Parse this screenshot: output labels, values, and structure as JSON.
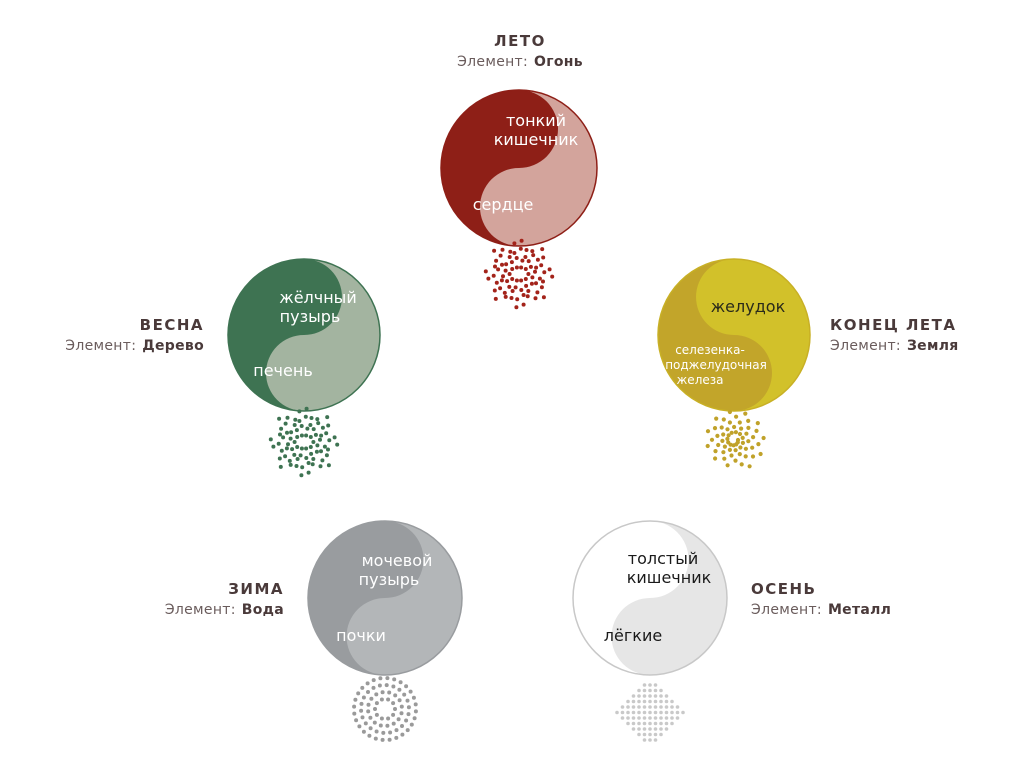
{
  "seasons": {
    "summer": {
      "title": "ЛЕТО",
      "element_label": "Элемент:",
      "element": "Огонь",
      "organ_yang": "сердце",
      "organ_yin_1": "тонкий",
      "organ_yin_2": "кишечник",
      "colors": {
        "dark": "#8e1f17",
        "light": "#d3a49c",
        "dots": "#a3231a"
      }
    },
    "late_summer": {
      "title": "КОНЕЦ ЛЕТА",
      "element_label": "Элемент:",
      "element": "Земля",
      "organ_yang": "желудок",
      "organ_yin_1": "селезенка-",
      "organ_yin_2": "поджелудочная",
      "organ_yin_3": "железа",
      "colors": {
        "dark": "#d2c12a",
        "light": "#c2a52a",
        "dots": "#c0a22a"
      }
    },
    "spring": {
      "title": "ВЕСНА",
      "element_label": "Элемент:",
      "element": "Дерево",
      "organ_yang": "печень",
      "organ_yin_1": "жёлчный",
      "organ_yin_2": "пузырь",
      "colors": {
        "dark": "#3e7352",
        "light": "#a3b4a0",
        "dots": "#3e7352"
      }
    },
    "winter": {
      "title": "ЗИМА",
      "element_label": "Элемент:",
      "element": "Вода",
      "organ_yang": "почки",
      "organ_yin_1": "мочевой",
      "organ_yin_2": "пузырь",
      "colors": {
        "dark": "#999c9f",
        "light": "#b3b6b8",
        "dots": "#9a9a9a"
      }
    },
    "autumn": {
      "title": "ОСЕНЬ",
      "element_label": "Элемент:",
      "element": "Металл",
      "organ_yang": "лёгкие",
      "organ_yin_1": "толстый",
      "organ_yin_2": "кишечник",
      "colors": {
        "dark": "#ffffff",
        "light": "#e6e6e6",
        "dots": "#c9c9c9"
      }
    }
  }
}
